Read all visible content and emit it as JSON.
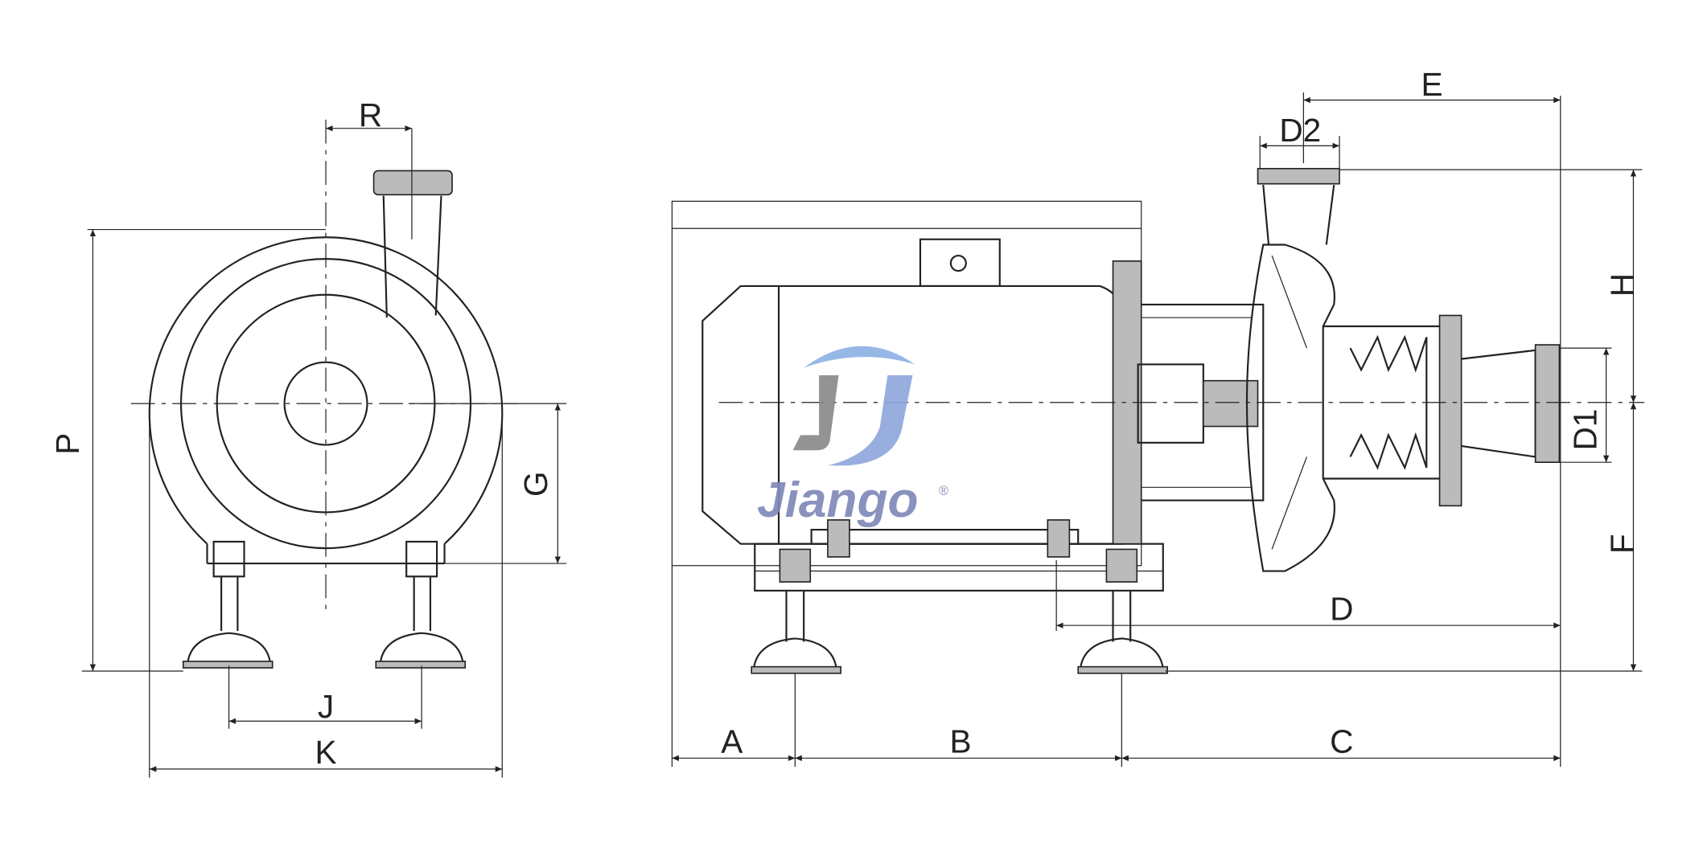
{
  "logo": {
    "brand": "Jiango",
    "mark": "®",
    "colors": {
      "blue": "#8fb3e6",
      "gray": "#8a8a8a",
      "text": "#7f89b8"
    }
  },
  "dimensions": {
    "side_view": {
      "R": "R",
      "P": "P",
      "G": "G",
      "J": "J",
      "K": "K"
    },
    "front_view": {
      "A": "A",
      "B": "B",
      "C": "C",
      "D": "D",
      "E": "E",
      "D2": "D2",
      "H": "H",
      "F": "F",
      "D1": "D1"
    }
  }
}
